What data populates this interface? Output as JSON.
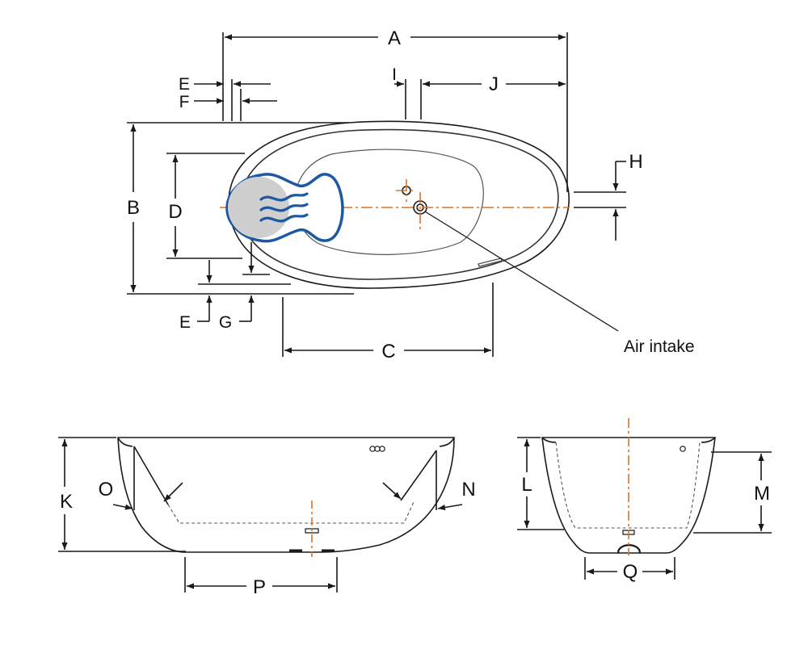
{
  "colors": {
    "line": "#1a1a1a",
    "outline": "#333333",
    "centerline": "#d9742a",
    "air_icon_blue": "#1d58a3",
    "air_icon_fill": "#cfcfcf",
    "background": "#ffffff"
  },
  "dimension_labels": {
    "a": "A",
    "b": "B",
    "c": "C",
    "d": "D",
    "e_top": "E",
    "e_bottom": "E",
    "f": "F",
    "g": "G",
    "h": "H",
    "i": "I",
    "j": "J",
    "k": "K",
    "l": "L",
    "m": "M",
    "n": "N",
    "o": "O",
    "p": "P",
    "q": "Q"
  },
  "callouts": {
    "air_intake": "Air intake"
  },
  "icons": {
    "air_system": "air-bath-icon"
  }
}
